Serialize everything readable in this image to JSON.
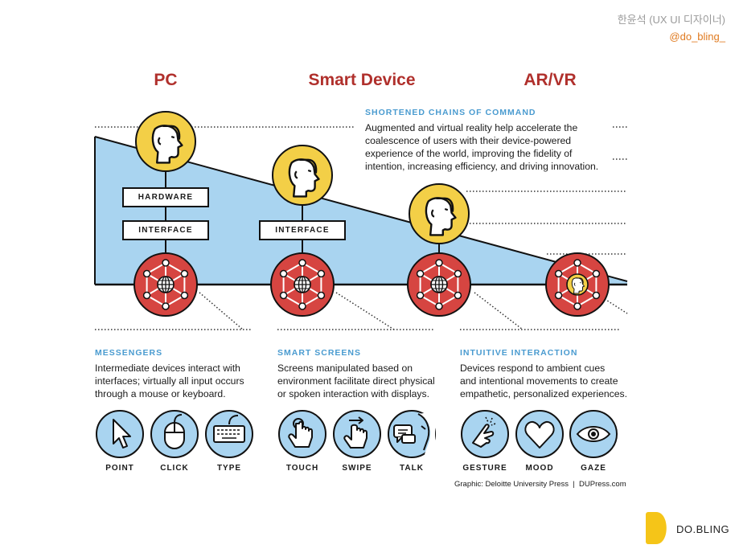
{
  "header": {
    "author": "한윤석 (UX UI 디자이너)",
    "handle": "@do_bling_"
  },
  "columns": [
    {
      "title": "PC",
      "boxes": [
        "HARDWARE",
        "INTERFACE"
      ]
    },
    {
      "title": "Smart Device",
      "boxes": [
        "INTERFACE"
      ]
    },
    {
      "title": "AR/VR",
      "boxes": []
    }
  ],
  "top_note": {
    "heading": "SHORTENED CHAINS OF COMMAND",
    "lines": [
      "Augmented and virtual reality help accelerate the",
      "coalescence of users with their device-powered",
      "experience of the world, improving the fidelity of",
      "intention, increasing efficiency, and driving innovation."
    ]
  },
  "sections": [
    {
      "heading": "MESSENGERS",
      "lines": [
        "Intermediate devices interact with",
        "interfaces; virtually all input occurs",
        "through a mouse or keyboard."
      ]
    },
    {
      "heading": "SMART SCREENS",
      "lines": [
        "Screens manipulated based on",
        "environment facilitate direct physical",
        "or spoken interaction with displays."
      ]
    },
    {
      "heading": "INTUITIVE INTERACTION",
      "lines": [
        "Devices respond to ambient cues",
        "and intentional movements to create",
        "empathetic, personalized experiences."
      ]
    }
  ],
  "interactions": [
    {
      "label": "POINT",
      "icon": "cursor-icon"
    },
    {
      "label": "CLICK",
      "icon": "mouse-icon"
    },
    {
      "label": "TYPE",
      "icon": "keyboard-icon"
    },
    {
      "label": "TOUCH",
      "icon": "touch-icon"
    },
    {
      "label": "SWIPE",
      "icon": "swipe-icon"
    },
    {
      "label": "TALK",
      "icon": "talk-icon"
    },
    {
      "label": "GESTURE",
      "icon": "gesture-icon"
    },
    {
      "label": "MOOD",
      "icon": "heart-icon"
    },
    {
      "label": "GAZE",
      "icon": "eye-icon"
    }
  ],
  "credit": "Graphic: Deloitte University Press  |  DUPress.com",
  "brand": "DO.BLING",
  "colors": {
    "accent_red": "#b0302c",
    "device_red": "#d64541",
    "user_yellow": "#f3cf47",
    "wedge_blue": "#a9d4f0",
    "heading_blue": "#4a9bd0",
    "handle_orange": "#e07a1f",
    "brand_yellow": "#f5c518"
  }
}
